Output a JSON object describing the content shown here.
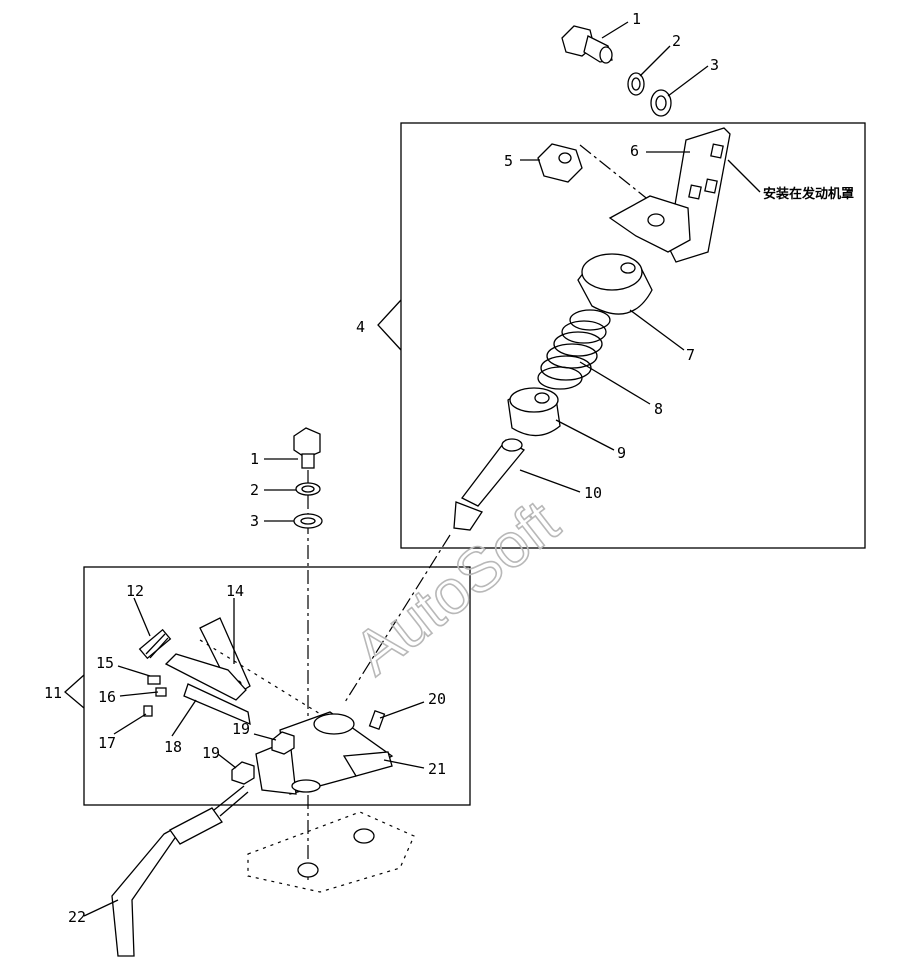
{
  "diagram": {
    "note_text": "安装在发动机罩",
    "watermark": "AutoSoft",
    "callouts": [
      {
        "id": "c1a",
        "text": "1"
      },
      {
        "id": "c2a",
        "text": "2"
      },
      {
        "id": "c3a",
        "text": "3"
      },
      {
        "id": "c4",
        "text": "4"
      },
      {
        "id": "c5",
        "text": "5"
      },
      {
        "id": "c6",
        "text": "6"
      },
      {
        "id": "c7",
        "text": "7"
      },
      {
        "id": "c8",
        "text": "8"
      },
      {
        "id": "c9",
        "text": "9"
      },
      {
        "id": "c10",
        "text": "10"
      },
      {
        "id": "c1b",
        "text": "1"
      },
      {
        "id": "c2b",
        "text": "2"
      },
      {
        "id": "c3b",
        "text": "3"
      },
      {
        "id": "c11",
        "text": "11"
      },
      {
        "id": "c12",
        "text": "12"
      },
      {
        "id": "c14",
        "text": "14"
      },
      {
        "id": "c15",
        "text": "15"
      },
      {
        "id": "c16",
        "text": "16"
      },
      {
        "id": "c17",
        "text": "17"
      },
      {
        "id": "c18",
        "text": "18"
      },
      {
        "id": "c19a",
        "text": "19"
      },
      {
        "id": "c19b",
        "text": "19"
      },
      {
        "id": "c20",
        "text": "20"
      },
      {
        "id": "c21",
        "text": "21"
      },
      {
        "id": "c22",
        "text": "22"
      }
    ]
  }
}
